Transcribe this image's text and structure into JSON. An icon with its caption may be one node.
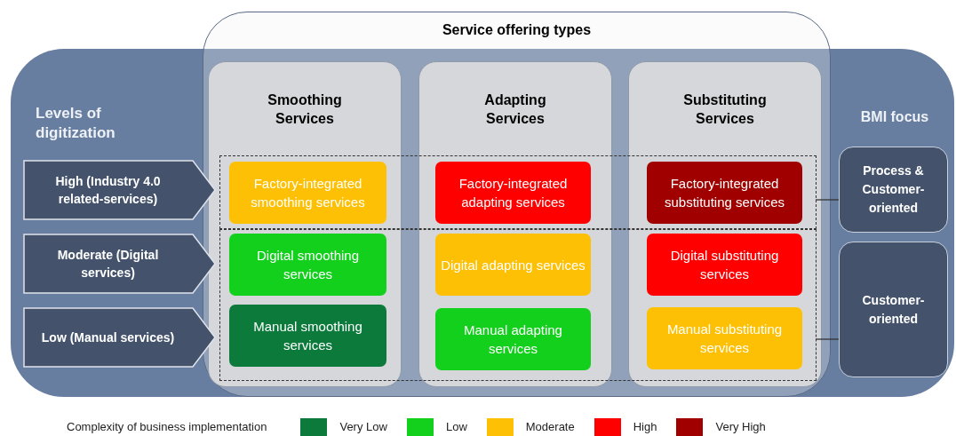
{
  "diagram": {
    "nodes": [
      {
        "text": [
          "Service offering types"
        ]
      },
      {
        "text": [
          "Levels of digitization",
          "BMI focus"
        ]
      },
      {
        "text": [
          "High (Industry 4.0 related-services)"
        ],
        "in": 1
      },
      {
        "text": [
          "Moderate (Digital services)"
        ],
        "in": 1
      },
      {
        "text": [
          "Low (Manual services)"
        ],
        "in": 1
      },
      {
        "text": [
          "Smoothing Services"
        ],
        "in": 0
      },
      {
        "text": [
          "Factory-integrated smoothing services"
        ]
      },
      {
        "text": [
          "Digital smoothing services"
        ]
      },
      {
        "text": [
          "Manual smoothing services"
        ]
      },
      {
        "text": [
          "Adapting Services"
        ],
        "in": 0
      },
      {
        "text": [
          "Factory-integrated adapting services"
        ]
      },
      {
        "text": [
          "Digital adapting services"
        ]
      },
      {
        "text": [
          "Manual adapting services"
        ]
      },
      {
        "text": [
          "Substituting Services"
        ],
        "in": 0
      },
      {
        "text": [
          "Factory-integrated substituting services"
        ]
      },
      {
        "text": [
          "Digital substituting services"
        ]
      },
      {
        "text": [
          "Manual substituting services"
        ]
      },
      {
        "text": [
          "Process & Customer-oriented"
        ],
        "in": 1
      },
      {
        "text": [
          "Customer-oriented"
        ],
        "in": 1
      },
      {
        "text": [],
        "shape": "box",
        "in": 0
      },
      {
        "text": [],
        "shape": "box",
        "in": 0
      }
    ],
    "edges": [
      {
        "from": 19,
        "to": 17,
        "arrow": "none"
      },
      {
        "from": 20,
        "to": 18,
        "arrow": "none"
      }
    ],
    "labels": [
      "Complexity of business implementation"
    ],
    "legend": [
      {
        "text": "Very Low",
        "color": "#0b7a3a"
      },
      {
        "text": "Low",
        "color": "#13d01d"
      },
      {
        "text": "Moderate",
        "color": "#fdc004"
      },
      {
        "text": "High",
        "color": "#fe0000"
      },
      {
        "text": "Very High",
        "color": "#a10000"
      }
    ]
  }
}
